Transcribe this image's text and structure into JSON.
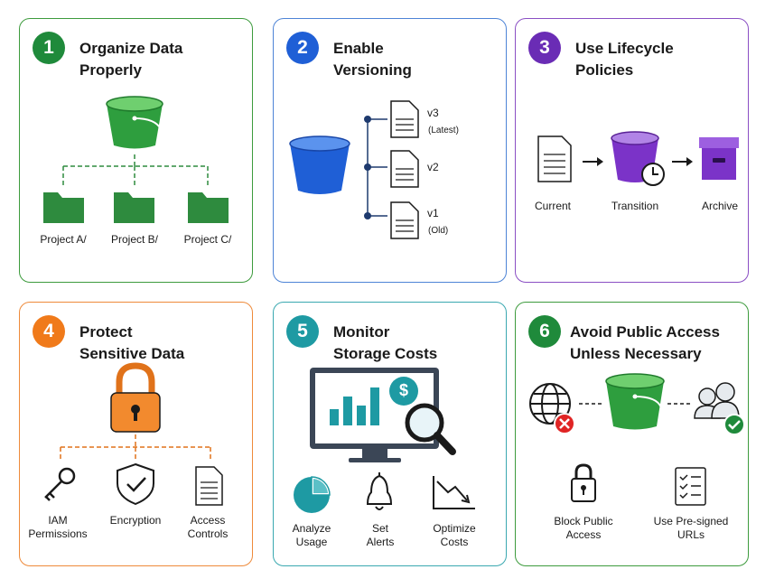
{
  "cards": [
    {
      "number": "1",
      "title_line1": "Organize Data",
      "title_line2": "Properly",
      "color": "#1f8a3b",
      "labels": [
        "Project A/",
        "Project B/",
        "Project C/"
      ]
    },
    {
      "number": "2",
      "title_line1": "Enable",
      "title_line2": "Versioning",
      "color": "#1f5fd6",
      "versions": [
        {
          "label": "v3",
          "note": "(Latest)"
        },
        {
          "label": "v2",
          "note": ""
        },
        {
          "label": "v1",
          "note": "(Old)"
        }
      ]
    },
    {
      "number": "3",
      "title_line1": "Use Lifecycle",
      "title_line2": "Policies",
      "color": "#6a2cb5",
      "labels": [
        "Current",
        "Transition",
        "Archive"
      ]
    },
    {
      "number": "4",
      "title_line1": "Protect",
      "title_line2": "Sensitive Data",
      "color": "#f07a1a",
      "items": [
        {
          "line1": "IAM",
          "line2": "Permissions"
        },
        {
          "line1": "Encryption",
          "line2": ""
        },
        {
          "line1": "Access",
          "line2": "Controls"
        }
      ]
    },
    {
      "number": "5",
      "title_line1": "Monitor",
      "title_line2": "Storage Costs",
      "color": "#1e9aa3",
      "dollar": "$",
      "items": [
        {
          "line1": "Analyze",
          "line2": "Usage"
        },
        {
          "line1": "Set",
          "line2": "Alerts"
        },
        {
          "line1": "Optimize",
          "line2": "Costs"
        }
      ]
    },
    {
      "number": "6",
      "title_line1": "Avoid Public Access",
      "title_line2": "Unless Necessary",
      "color": "#1f8a3b",
      "items": [
        {
          "line1": "Block Public",
          "line2": "Access"
        },
        {
          "line1": "Use Pre-signed",
          "line2": "URLs"
        }
      ]
    }
  ]
}
